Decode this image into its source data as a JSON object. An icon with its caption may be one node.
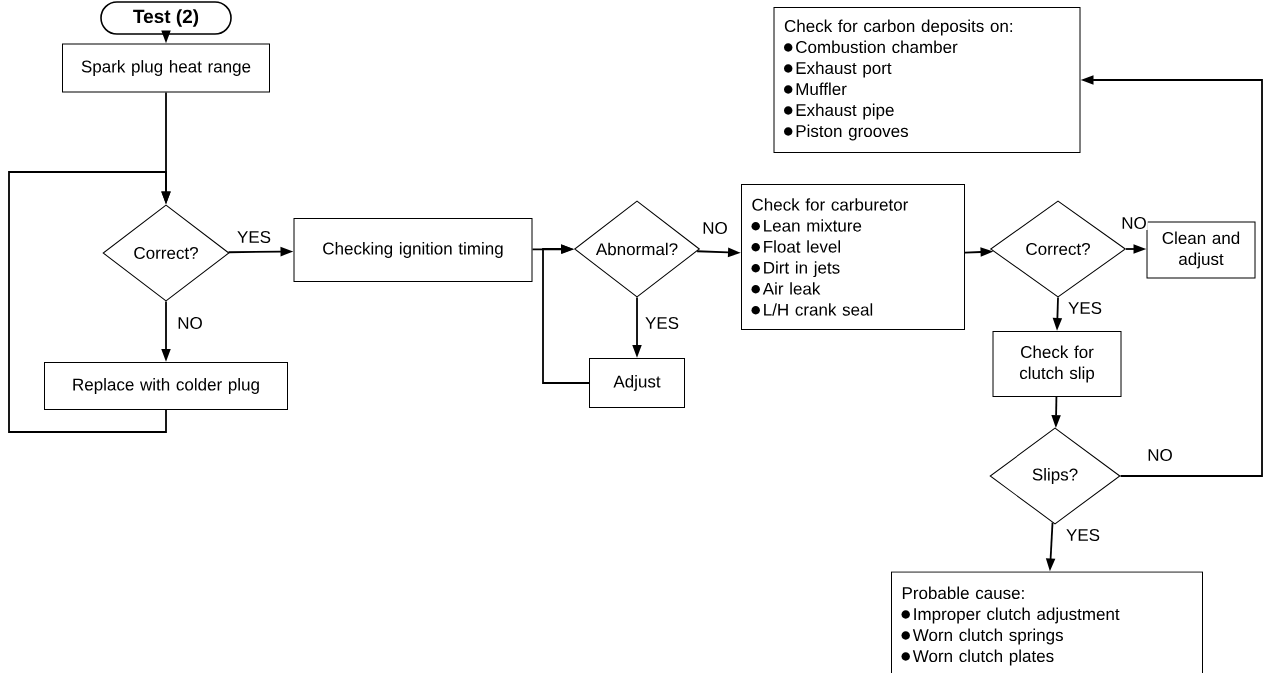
{
  "diagram": {
    "nodes": [
      {
        "text": [
          "Test (2)"
        ]
      },
      {
        "text": [
          "Spark plug heat range"
        ]
      },
      {
        "text": [
          "Correct?"
        ]
      },
      {
        "text": [
          "Replace with colder plug"
        ]
      },
      {
        "text": [
          "Checking ignition timing"
        ]
      },
      {
        "text": [
          "Abnormal?"
        ]
      },
      {
        "text": [
          "Adjust"
        ]
      },
      {
        "text": [
          "Check for carburetor",
          "Lean mixture",
          "Float level",
          "Dirt in jets",
          "Air leak",
          "L/H crank seal"
        ]
      },
      {
        "text": [
          "Correct?"
        ]
      },
      {
        "text": [
          "Clean and adjust"
        ]
      },
      {
        "text": [
          "Check for clutch slip"
        ]
      },
      {
        "text": [
          "Slips?"
        ]
      },
      {
        "text": [
          "Probable cause:",
          "Improper clutch adjustment",
          "Worn clutch springs",
          "Worn clutch plates"
        ]
      },
      {
        "text": [
          "Check for carbon deposits on:",
          "Combustion chamber",
          "Exhaust port",
          "Muffler",
          "Exhaust pipe",
          "Piston grooves"
        ]
      }
    ],
    "edges": [
      {
        "from": 0,
        "to": 1,
        "arrow": "to"
      },
      {
        "from": 1,
        "to": 2,
        "arrow": "to"
      },
      {
        "from": 2,
        "to": 4,
        "arrow": "to",
        "label": "YES"
      },
      {
        "from": 2,
        "to": 3,
        "arrow": "to",
        "label": "NO"
      },
      {
        "from": 3,
        "to": 2,
        "arrow": "to"
      },
      {
        "from": 4,
        "to": 5,
        "arrow": "to"
      },
      {
        "from": 5,
        "to": 7,
        "arrow": "to",
        "label": "NO"
      },
      {
        "from": 5,
        "to": 6,
        "arrow": "to",
        "label": "YES"
      },
      {
        "from": 6,
        "to": 5,
        "arrow": "to"
      },
      {
        "from": 7,
        "to": 8,
        "arrow": "to"
      },
      {
        "from": 8,
        "to": 9,
        "arrow": "to",
        "label": "NO"
      },
      {
        "from": 8,
        "to": 10,
        "arrow": "to",
        "label": "YES"
      },
      {
        "from": 10,
        "to": 11,
        "arrow": "to"
      },
      {
        "from": 11,
        "to": 12,
        "arrow": "to",
        "label": "YES"
      },
      {
        "from": 11,
        "to": 13,
        "arrow": "to",
        "label": "NO"
      }
    ]
  }
}
